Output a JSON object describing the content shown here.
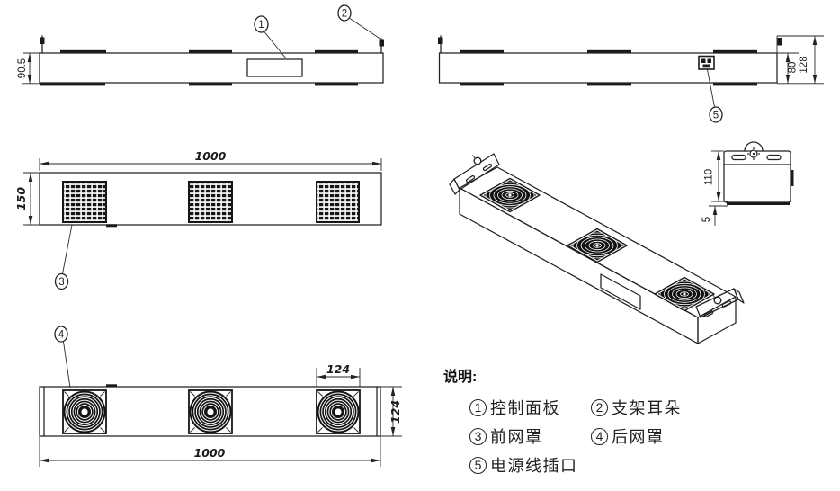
{
  "drawing": {
    "dims": {
      "front_height": "90.5",
      "rear_inner": "80",
      "rear_outer": "128",
      "top_length": "1000",
      "top_width": "150",
      "grille_w": "124",
      "grille_h": "124",
      "bottom_length": "1000",
      "end_height": "110",
      "end_pad": "5"
    },
    "callouts": {
      "c1": "1",
      "c2": "2",
      "c3": "3",
      "c4": "4",
      "c5": "5"
    }
  },
  "legend": {
    "title": "说明:",
    "items": [
      {
        "num": "1",
        "label": "控制面板"
      },
      {
        "num": "2",
        "label": "支架耳朵"
      },
      {
        "num": "3",
        "label": "前网罩"
      },
      {
        "num": "4",
        "label": "后网罩"
      },
      {
        "num": "5",
        "label": "电源线插口"
      }
    ]
  }
}
